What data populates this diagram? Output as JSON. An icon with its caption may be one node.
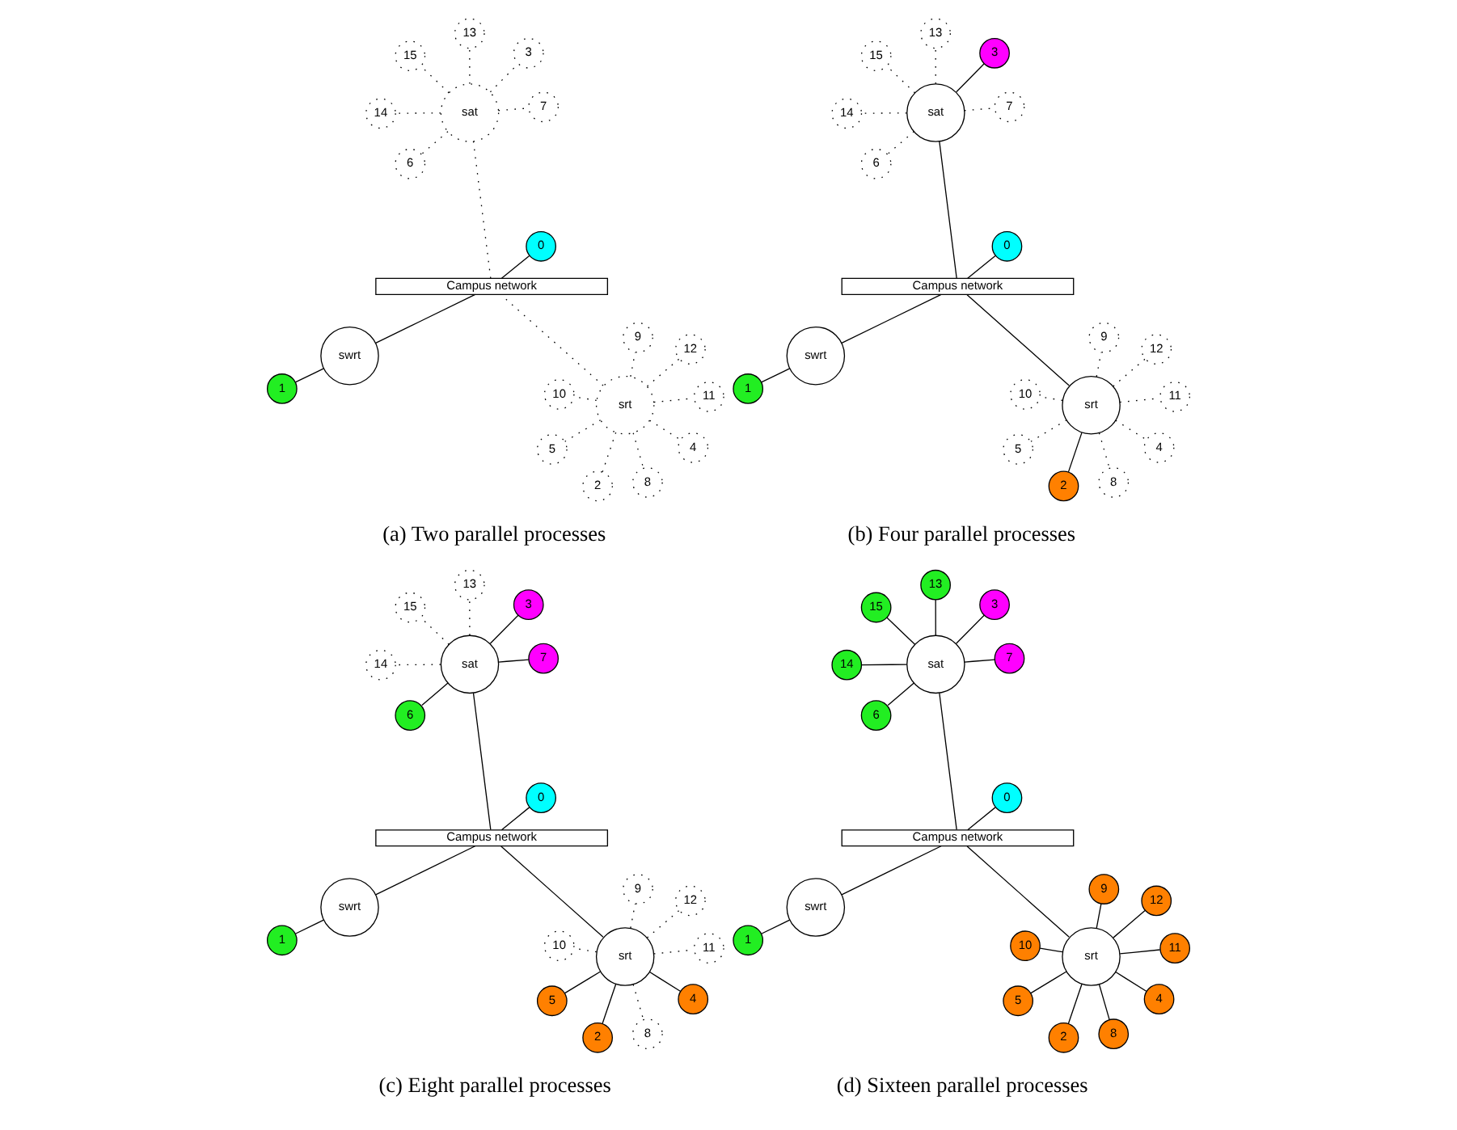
{
  "diagram": {
    "nodes": [
      {
        "text": [
          "1"
        ]
      },
      {
        "text": [
          "swrt"
        ]
      },
      {
        "text": [
          "srt"
        ]
      },
      {
        "text": [
          "Campus network"
        ]
      },
      {
        "text": [
          "0"
        ]
      },
      {
        "text": [
          "sat"
        ]
      },
      {
        "text": [
          "2"
        ]
      },
      {
        "text": [
          "4"
        ]
      },
      {
        "text": [
          "5"
        ]
      },
      {
        "text": [
          "8"
        ]
      },
      {
        "text": [
          "9"
        ]
      },
      {
        "text": [
          "10"
        ]
      },
      {
        "text": [
          "11"
        ]
      },
      {
        "text": [
          "12"
        ]
      },
      {
        "text": [
          "3"
        ]
      },
      {
        "text": [
          "6"
        ]
      },
      {
        "text": [
          "7"
        ]
      },
      {
        "text": [
          "13"
        ]
      },
      {
        "text": [
          "14"
        ]
      },
      {
        "text": [
          "15"
        ]
      },
      {
        "text": [
          "1"
        ]
      },
      {
        "text": [
          "swrt"
        ]
      },
      {
        "text": [
          "srt"
        ]
      },
      {
        "text": [
          "Campus network"
        ]
      },
      {
        "text": [
          "0"
        ]
      },
      {
        "text": [
          "sat"
        ]
      },
      {
        "text": [
          "2"
        ]
      },
      {
        "text": [
          "4"
        ]
      },
      {
        "text": [
          "5"
        ]
      },
      {
        "text": [
          "8"
        ]
      },
      {
        "text": [
          "9"
        ]
      },
      {
        "text": [
          "10"
        ]
      },
      {
        "text": [
          "11"
        ]
      },
      {
        "text": [
          "12"
        ]
      },
      {
        "text": [
          "3"
        ]
      },
      {
        "text": [
          "6"
        ]
      },
      {
        "text": [
          "7"
        ]
      },
      {
        "text": [
          "13"
        ]
      },
      {
        "text": [
          "14"
        ]
      },
      {
        "text": [
          "15"
        ]
      },
      {
        "text": [
          "1"
        ]
      },
      {
        "text": [
          "swrt"
        ]
      },
      {
        "text": [
          "srt"
        ]
      },
      {
        "text": [
          "Campus network"
        ]
      },
      {
        "text": [
          "0"
        ]
      },
      {
        "text": [
          "sat"
        ]
      },
      {
        "text": [
          "2"
        ]
      },
      {
        "text": [
          "4"
        ]
      },
      {
        "text": [
          "5"
        ]
      },
      {
        "text": [
          "8"
        ]
      },
      {
        "text": [
          "9"
        ]
      },
      {
        "text": [
          "10"
        ]
      },
      {
        "text": [
          "11"
        ]
      },
      {
        "text": [
          "12"
        ]
      },
      {
        "text": [
          "3"
        ]
      },
      {
        "text": [
          "6"
        ]
      },
      {
        "text": [
          "7"
        ]
      },
      {
        "text": [
          "13"
        ]
      },
      {
        "text": [
          "14"
        ]
      },
      {
        "text": [
          "15"
        ]
      },
      {
        "text": [
          "1"
        ]
      },
      {
        "text": [
          "swrt"
        ]
      },
      {
        "text": [
          "srt"
        ]
      },
      {
        "text": [
          "Campus network"
        ]
      },
      {
        "text": [
          "0"
        ]
      },
      {
        "text": [
          "sat"
        ]
      },
      {
        "text": [
          "2"
        ]
      },
      {
        "text": [
          "4"
        ]
      },
      {
        "text": [
          "5"
        ]
      },
      {
        "text": [
          "8"
        ]
      },
      {
        "text": [
          "9"
        ]
      },
      {
        "text": [
          "10"
        ]
      },
      {
        "text": [
          "11"
        ]
      },
      {
        "text": [
          "12"
        ]
      },
      {
        "text": [
          "3"
        ]
      },
      {
        "text": [
          "6"
        ]
      },
      {
        "text": [
          "7"
        ]
      },
      {
        "text": [
          "13"
        ]
      },
      {
        "text": [
          "14"
        ]
      },
      {
        "text": [
          "15"
        ]
      }
    ],
    "edges": [
      {
        "from": 1,
        "to": 0,
        "arrow": "none"
      },
      {
        "from": 1,
        "to": 3,
        "arrow": "none"
      },
      {
        "from": 2,
        "to": 3,
        "arrow": "none",
        "style": "dashed"
      },
      {
        "from": 3,
        "to": 4,
        "arrow": "none"
      },
      {
        "from": 3,
        "to": 5,
        "arrow": "none",
        "style": "dashed"
      },
      {
        "from": 2,
        "to": 6,
        "arrow": "none",
        "style": "dashed"
      },
      {
        "from": 2,
        "to": 7,
        "arrow": "none",
        "style": "dashed"
      },
      {
        "from": 2,
        "to": 8,
        "arrow": "none",
        "style": "dashed"
      },
      {
        "from": 2,
        "to": 9,
        "arrow": "none",
        "style": "dashed"
      },
      {
        "from": 2,
        "to": 10,
        "arrow": "none",
        "style": "dashed"
      },
      {
        "from": 2,
        "to": 11,
        "arrow": "none",
        "style": "dashed"
      },
      {
        "from": 2,
        "to": 12,
        "arrow": "none",
        "style": "dashed"
      },
      {
        "from": 2,
        "to": 13,
        "arrow": "none",
        "style": "dashed"
      },
      {
        "from": 5,
        "to": 14,
        "arrow": "none",
        "style": "dashed"
      },
      {
        "from": 5,
        "to": 15,
        "arrow": "none",
        "style": "dashed"
      },
      {
        "from": 5,
        "to": 16,
        "arrow": "none",
        "style": "dashed"
      },
      {
        "from": 5,
        "to": 17,
        "arrow": "none",
        "style": "dashed"
      },
      {
        "from": 5,
        "to": 18,
        "arrow": "none",
        "style": "dashed"
      },
      {
        "from": 5,
        "to": 19,
        "arrow": "none",
        "style": "dashed"
      },
      {
        "from": 21,
        "to": 20,
        "arrow": "none"
      },
      {
        "from": 21,
        "to": 23,
        "arrow": "none"
      },
      {
        "from": 22,
        "to": 23,
        "arrow": "none"
      },
      {
        "from": 23,
        "to": 24,
        "arrow": "none"
      },
      {
        "from": 23,
        "to": 25,
        "arrow": "none"
      },
      {
        "from": 22,
        "to": 26,
        "arrow": "none"
      },
      {
        "from": 22,
        "to": 27,
        "arrow": "none",
        "style": "dashed"
      },
      {
        "from": 22,
        "to": 28,
        "arrow": "none",
        "style": "dashed"
      },
      {
        "from": 22,
        "to": 29,
        "arrow": "none",
        "style": "dashed"
      },
      {
        "from": 22,
        "to": 30,
        "arrow": "none",
        "style": "dashed"
      },
      {
        "from": 22,
        "to": 31,
        "arrow": "none",
        "style": "dashed"
      },
      {
        "from": 22,
        "to": 32,
        "arrow": "none",
        "style": "dashed"
      },
      {
        "from": 22,
        "to": 33,
        "arrow": "none",
        "style": "dashed"
      },
      {
        "from": 25,
        "to": 34,
        "arrow": "none"
      },
      {
        "from": 25,
        "to": 35,
        "arrow": "none",
        "style": "dashed"
      },
      {
        "from": 25,
        "to": 36,
        "arrow": "none",
        "style": "dashed"
      },
      {
        "from": 25,
        "to": 37,
        "arrow": "none",
        "style": "dashed"
      },
      {
        "from": 25,
        "to": 38,
        "arrow": "none",
        "style": "dashed"
      },
      {
        "from": 25,
        "to": 39,
        "arrow": "none",
        "style": "dashed"
      },
      {
        "from": 41,
        "to": 40,
        "arrow": "none"
      },
      {
        "from": 41,
        "to": 43,
        "arrow": "none"
      },
      {
        "from": 42,
        "to": 43,
        "arrow": "none"
      },
      {
        "from": 43,
        "to": 44,
        "arrow": "none"
      },
      {
        "from": 43,
        "to": 45,
        "arrow": "none"
      },
      {
        "from": 42,
        "to": 46,
        "arrow": "none"
      },
      {
        "from": 42,
        "to": 47,
        "arrow": "none"
      },
      {
        "from": 42,
        "to": 48,
        "arrow": "none"
      },
      {
        "from": 42,
        "to": 49,
        "arrow": "none",
        "style": "dashed"
      },
      {
        "from": 42,
        "to": 50,
        "arrow": "none",
        "style": "dashed"
      },
      {
        "from": 42,
        "to": 51,
        "arrow": "none",
        "style": "dashed"
      },
      {
        "from": 42,
        "to": 52,
        "arrow": "none",
        "style": "dashed"
      },
      {
        "from": 42,
        "to": 53,
        "arrow": "none",
        "style": "dashed"
      },
      {
        "from": 45,
        "to": 54,
        "arrow": "none"
      },
      {
        "from": 45,
        "to": 55,
        "arrow": "none"
      },
      {
        "from": 45,
        "to": 56,
        "arrow": "none"
      },
      {
        "from": 45,
        "to": 57,
        "arrow": "none",
        "style": "dashed"
      },
      {
        "from": 45,
        "to": 58,
        "arrow": "none",
        "style": "dashed"
      },
      {
        "from": 45,
        "to": 59,
        "arrow": "none",
        "style": "dashed"
      },
      {
        "from": 61,
        "to": 60,
        "arrow": "none"
      },
      {
        "from": 61,
        "to": 63,
        "arrow": "none"
      },
      {
        "from": 62,
        "to": 63,
        "arrow": "none"
      },
      {
        "from": 63,
        "to": 64,
        "arrow": "none"
      },
      {
        "from": 63,
        "to": 65,
        "arrow": "none"
      },
      {
        "from": 62,
        "to": 66,
        "arrow": "none"
      },
      {
        "from": 62,
        "to": 67,
        "arrow": "none"
      },
      {
        "from": 62,
        "to": 68,
        "arrow": "none"
      },
      {
        "from": 62,
        "to": 69,
        "arrow": "none"
      },
      {
        "from": 62,
        "to": 70,
        "arrow": "none"
      },
      {
        "from": 62,
        "to": 71,
        "arrow": "none"
      },
      {
        "from": 62,
        "to": 72,
        "arrow": "none"
      },
      {
        "from": 62,
        "to": 73,
        "arrow": "none"
      },
      {
        "from": 65,
        "to": 74,
        "arrow": "none"
      },
      {
        "from": 65,
        "to": 75,
        "arrow": "none"
      },
      {
        "from": 65,
        "to": 76,
        "arrow": "none"
      },
      {
        "from": 65,
        "to": 77,
        "arrow": "none"
      },
      {
        "from": 65,
        "to": 78,
        "arrow": "none"
      },
      {
        "from": 65,
        "to": 79,
        "arrow": "none"
      }
    ],
    "labels": [
      "(a) Two parallel processes",
      "(b) Four parallel processes",
      "(c) Eight parallel processes",
      "(d) Sixteen parallel processes"
    ]
  }
}
